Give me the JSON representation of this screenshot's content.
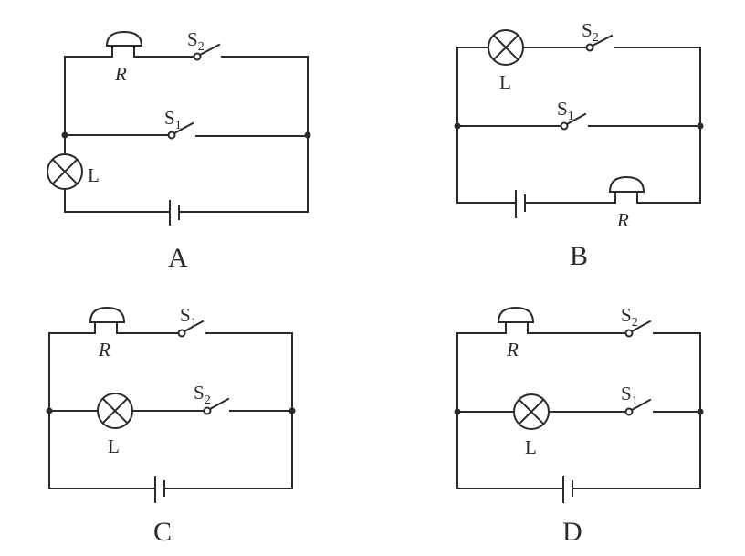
{
  "figure": {
    "type": "circuit-options",
    "diagrams": [
      {
        "id": "A",
        "caption": "A",
        "labels": {
          "lamp": "L",
          "bell": "R",
          "switch_top": "S",
          "switch_top_sub": "2",
          "switch_mid": "S",
          "switch_mid_sub": "1"
        },
        "description": "Top branch: bell R in series with switch S2; middle branch: switch S1; lamp L and battery in main line"
      },
      {
        "id": "B",
        "caption": "B",
        "labels": {
          "lamp": "L",
          "bell": "R",
          "switch_top": "S",
          "switch_top_sub": "2",
          "switch_mid": "S",
          "switch_mid_sub": "1"
        },
        "description": "Top branch: lamp L in series with switch S2; middle branch: switch S1; battery and bell R in main line"
      },
      {
        "id": "C",
        "caption": "C",
        "labels": {
          "lamp": "L",
          "bell": "R",
          "switch_top": "S",
          "switch_top_sub": "1",
          "switch_mid": "S",
          "switch_mid_sub": "2"
        },
        "description": "Top branch: bell R with switch S1; middle branch: lamp L with switch S2; battery in bottom"
      },
      {
        "id": "D",
        "caption": "D",
        "labels": {
          "lamp": "L",
          "bell": "R",
          "switch_top": "S",
          "switch_top_sub": "2",
          "switch_mid": "S",
          "switch_mid_sub": "1"
        },
        "description": "Top branch: bell R with switch S2; middle branch: lamp L with switch S1; battery in bottom"
      }
    ]
  }
}
